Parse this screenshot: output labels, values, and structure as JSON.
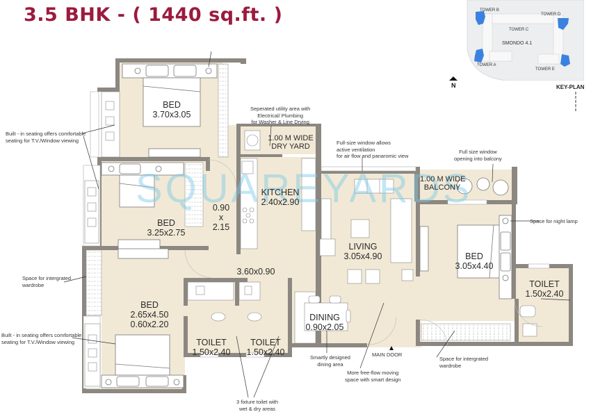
{
  "header": {
    "title": "3.5 BHK - ( 1440 sq.ft. )",
    "title_color": "#9b1b3e"
  },
  "key_plan": {
    "label": "KEY-PLAN",
    "north_label": "N",
    "site_label": "SMONDO 4.1",
    "towers": [
      "TOWER A",
      "TOWER B",
      "TOWER C",
      "TOWER D",
      "TOWER E"
    ],
    "tower_color": "#3b82e0"
  },
  "watermark": "SQUAREYARDS",
  "rooms": {
    "bed1": {
      "name": "BED",
      "size": "3.70x3.05"
    },
    "dry_yard": {
      "name": "1.00 M WIDE",
      "name2": "DRY YARD"
    },
    "bed2": {
      "name": "BED",
      "size": "3.25x2.75"
    },
    "passage": {
      "line1": "0.90",
      "line2": "x",
      "line3": "2.15"
    },
    "kitchen": {
      "name": "KITCHEN",
      "size": "2.40x2.90"
    },
    "balcony": {
      "name": "1.00 M WIDE",
      "name2": "BALCONY"
    },
    "living": {
      "name": "LIVING",
      "size": "3.05x4.90"
    },
    "bed3": {
      "name": "BED",
      "size": "3.05x4.40"
    },
    "lobby": {
      "size": "3.60x0.90"
    },
    "bed4": {
      "name": "BED",
      "size": "2.65x4.50",
      "size2": "0.60x2.20"
    },
    "toilet1": {
      "name": "TOILET",
      "size": "1.50x2.40"
    },
    "toilet2": {
      "name": "TOILET",
      "size": "1.50x2.40"
    },
    "toilet3": {
      "name": "TOILET",
      "size": "1.50x2.40"
    },
    "dining": {
      "name": "DINING",
      "size": "0.90x2.05"
    },
    "main_door": "MAIN DOOR"
  },
  "annotations": {
    "seating_top": [
      "Built - in seating offers comfortable",
      "seating for T.V./Window viewing"
    ],
    "utility": [
      "Seperated utility area with",
      "Electrical/ Plumbing",
      "for Washer & Line Drying"
    ],
    "window_living": [
      "Full-size window allows",
      "active ventilation",
      "for air flow and panaromic view"
    ],
    "window_balcony": [
      "Full size window",
      "opening into balcony"
    ],
    "night_lamp": "Space for night lamp",
    "wardrobe_left": [
      "Space for intergrated",
      "wardrobe"
    ],
    "seating_bottom": [
      "Built - in seating offers comfortable",
      "seating for T.V./Window viewing"
    ],
    "dining_note": [
      "Smartly designed",
      "dining area"
    ],
    "free_flow": [
      "More free-flow moving",
      "space with smart design"
    ],
    "wardrobe_right": [
      "Space for intergrated",
      "wardrobe"
    ],
    "toilet_note": [
      "3 fixture toilet with",
      "wet & dry areas"
    ]
  },
  "colors": {
    "floor": "#f1e9d6",
    "wall": "#8c8780",
    "furniture": "#ffffff",
    "outline": "#777777"
  }
}
